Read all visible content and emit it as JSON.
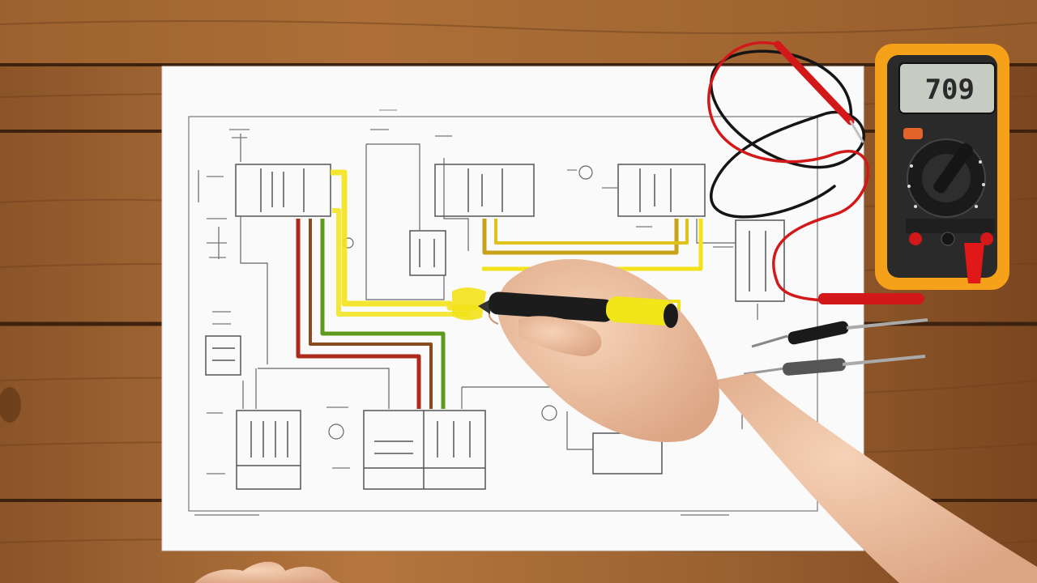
{
  "scene": {
    "colors": {
      "wood_light": "#b5763e",
      "wood_dark": "#6e3f1c",
      "paper": "#fafafa",
      "line_ink": "#555555",
      "highlight_yellow": "#f3e21a",
      "highlight_red": "#b02a1c",
      "highlight_green": "#5e9a1e",
      "highlight_brown": "#8a4a1c",
      "highlight_gold": "#c8a21a",
      "meter_orange": "#f5a21a",
      "meter_body": "#2a2a2a",
      "lead_red": "#d21818",
      "lead_black": "#151515",
      "skin": "#f0c6a8",
      "marker_yellow": "#f0e61a"
    },
    "multimeter": {
      "display": "709"
    },
    "icons": [
      "multimeter",
      "test-lead",
      "screwdriver",
      "highlighter-marker",
      "hand"
    ]
  }
}
